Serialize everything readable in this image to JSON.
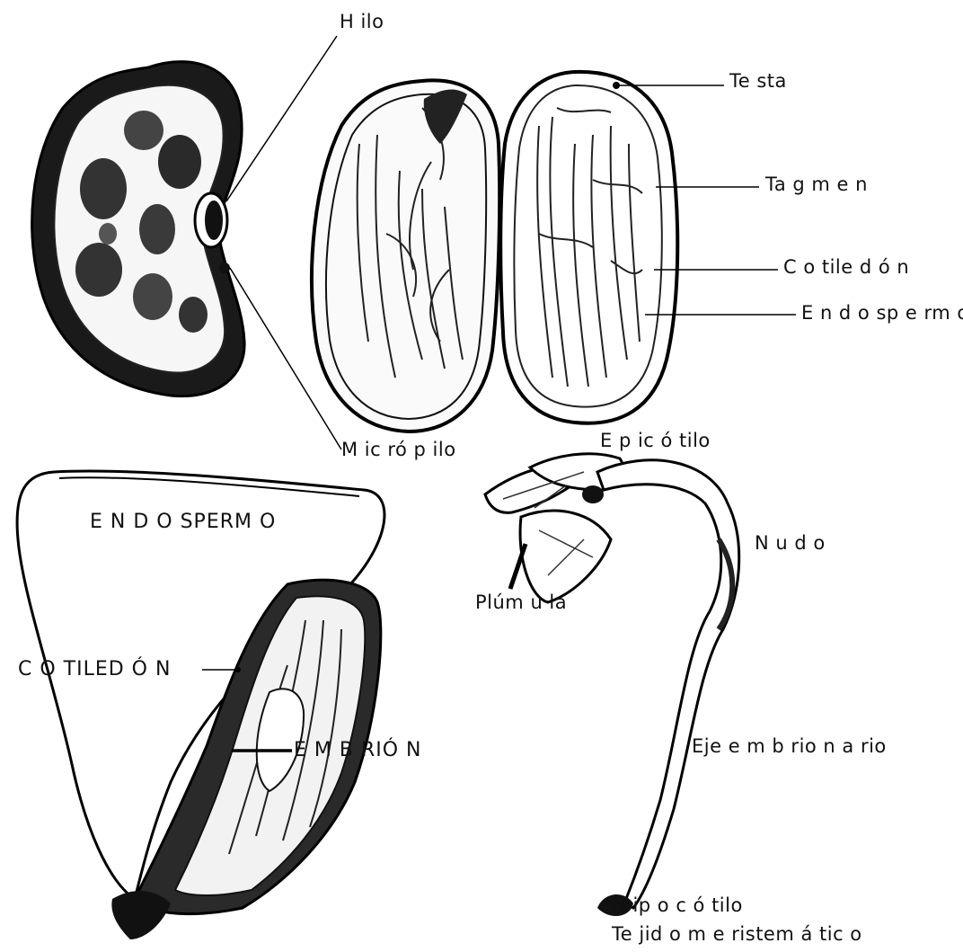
{
  "seed_exterior": {
    "hilo": "H ilo",
    "micropilo": "M ic ró p ilo"
  },
  "seed_open": {
    "testa": "Te sta",
    "tagmen": "Ta g m e n",
    "cotiledon": "C o tile d ó n",
    "endospermo": "E n d o sp e rm o"
  },
  "seed_section": {
    "endospermo": "E N D O SPERM O",
    "cotiledon": "C O TILED Ó N",
    "embrion": "E M B RIÓ N"
  },
  "seedling": {
    "epicotilo": "E p ic ó tilo",
    "nudo": "N u d o",
    "plumula": "Plúm u la",
    "eje": "Eje e m b rio n a rio",
    "hipocotilo": "H ip o c ó tilo",
    "tejido": "Te jid o m e ristem á tic o"
  }
}
